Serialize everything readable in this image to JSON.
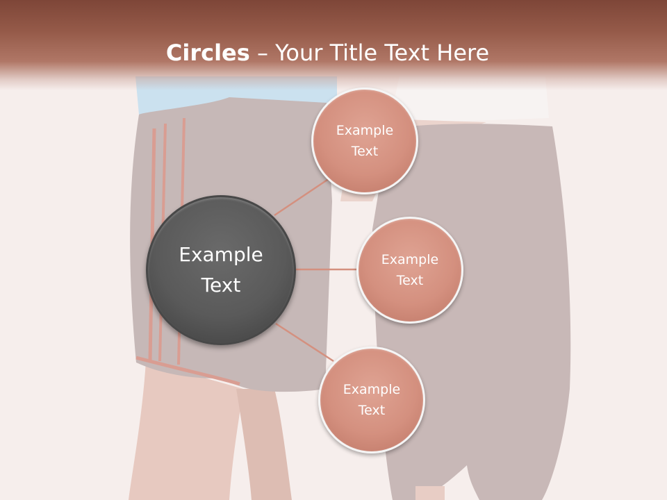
{
  "slide": {
    "title_bold": "Circles",
    "title_rest": " – Your Title Text Here"
  },
  "diagram": {
    "center_label": "Example\nText",
    "satellites": [
      {
        "label": "Example\nText"
      },
      {
        "label": "Example\nText"
      },
      {
        "label": "Example\nText"
      }
    ]
  },
  "colors": {
    "title_bar": "#955a49",
    "center_fill": "#5a5a5a",
    "satellite_fill": "#d4907f",
    "connector": "#d4907f"
  }
}
